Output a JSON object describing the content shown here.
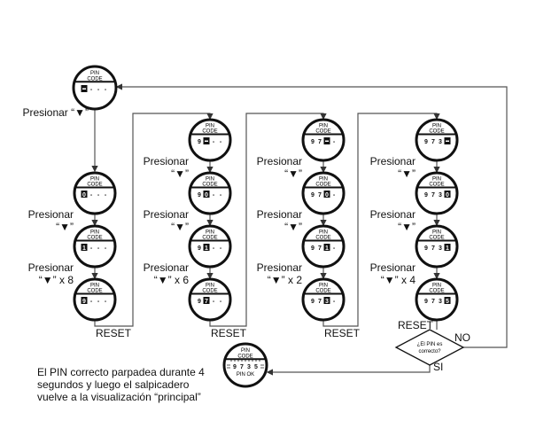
{
  "colors": {
    "line": "#555555",
    "ink": "#111111",
    "background": "#ffffff"
  },
  "display": {
    "header_line1": "PIN",
    "header_line2": "CODE",
    "ok_text": "PIN OK"
  },
  "start": {
    "digits": [
      "",
      "-",
      "-",
      "-"
    ],
    "active": 0,
    "label": "Presionar “▼”"
  },
  "columns": [
    {
      "steps": [
        {
          "digits": [
            "0",
            "-",
            "-",
            "-"
          ],
          "active": 0
        },
        {
          "digits": [
            "1",
            "-",
            "-",
            "-"
          ],
          "active": 0,
          "label1": "Presionar",
          "label2": "“▼”"
        },
        {
          "digits": [
            "9",
            "-",
            "-",
            "-"
          ],
          "active": 0,
          "label1": "Presionar",
          "label2": "“▼” x 8"
        }
      ],
      "reset": "RESET"
    },
    {
      "steps": [
        {
          "digits": [
            "9",
            "",
            "-",
            "-"
          ],
          "active": 1
        },
        {
          "digits": [
            "9",
            "0",
            "-",
            "-"
          ],
          "active": 1,
          "label1": "Presionar",
          "label2": "“▼”"
        },
        {
          "digits": [
            "9",
            "1",
            "-",
            "-"
          ],
          "active": 1,
          "label1": "Presionar",
          "label2": "“▼”"
        },
        {
          "digits": [
            "9",
            "7",
            "-",
            "-"
          ],
          "active": 1,
          "label1": "Presionar",
          "label2": "“▼” x 6"
        }
      ],
      "reset": "RESET"
    },
    {
      "steps": [
        {
          "digits": [
            "9",
            "7",
            "",
            "-"
          ],
          "active": 2
        },
        {
          "digits": [
            "9",
            "7",
            "0",
            "-"
          ],
          "active": 2,
          "label1": "Presionar",
          "label2": "“▼”"
        },
        {
          "digits": [
            "9",
            "7",
            "1",
            "-"
          ],
          "active": 2,
          "label1": "Presionar",
          "label2": "“▼”"
        },
        {
          "digits": [
            "9",
            "7",
            "3",
            "-"
          ],
          "active": 2,
          "label1": "Presionar",
          "label2": "“▼” x 2"
        }
      ],
      "reset": "RESET"
    },
    {
      "steps": [
        {
          "digits": [
            "9",
            "7",
            "3",
            ""
          ],
          "active": 3
        },
        {
          "digits": [
            "9",
            "7",
            "3",
            "0"
          ],
          "active": 3,
          "label1": "Presionar",
          "label2": "“▼”"
        },
        {
          "digits": [
            "9",
            "7",
            "3",
            "1"
          ],
          "active": 3,
          "label1": "Presionar",
          "label2": "“▼”"
        },
        {
          "digits": [
            "9",
            "7",
            "3",
            "5"
          ],
          "active": 3,
          "label1": "Presionar",
          "label2": "“▼” x 4"
        }
      ],
      "reset": "RESET"
    }
  ],
  "decision": {
    "line1": "¿El PIN es",
    "line2": "correcto?",
    "no": "NO",
    "yes": "SI"
  },
  "result": {
    "digits": [
      "9",
      "7",
      "3",
      "5"
    ]
  },
  "note": {
    "line1": "El PIN correcto parpadea durante 4",
    "line2": "segundos y luego el salpicadero",
    "line3": "vuelve a la visualización “principal”"
  }
}
